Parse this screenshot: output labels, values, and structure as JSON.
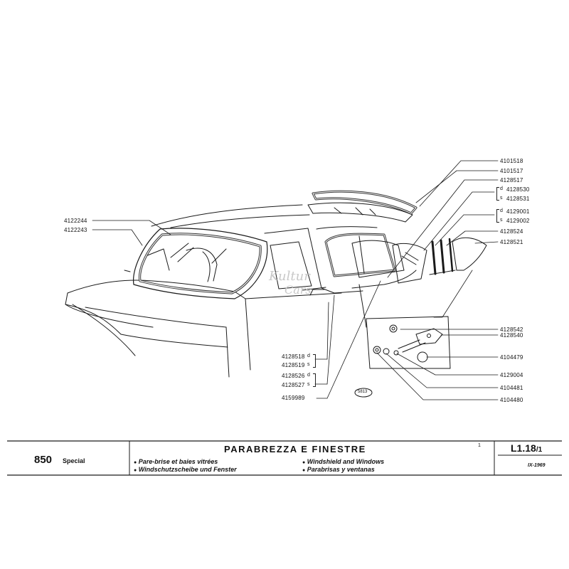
{
  "parts": {
    "p4101518": "4101518",
    "p4101517": "4101517",
    "p4128517": "4128517",
    "p4128530": "4128530",
    "p4128531": "4128531",
    "p4129001": "4129001",
    "p4129002": "4129002",
    "p4128524": "4128524",
    "p4128521": "4128521",
    "p4122244": "4122244",
    "p4122243": "4122243",
    "p4128542": "4128542",
    "p4128540": "4128540",
    "p4104479": "4104479",
    "p4129004": "4129004",
    "p4104481": "4104481",
    "p4104480": "4104480",
    "p4128518": "4128518",
    "p4128519": "4128519",
    "p4128526": "4128526",
    "p4128527": "4128527",
    "p4159989": "4159989"
  },
  "sides": {
    "d": "d",
    "s": "s"
  },
  "drawing_number": "5813",
  "watermark": {
    "line1": "Kultur",
    "line2": "Cars"
  },
  "title_block": {
    "model": "850",
    "model_sub": "Special",
    "title": "PARABREZZA E FINESTRE",
    "fr": "Pare-brise et baies vitrées",
    "de": "Windschutzscheibe und Fenster",
    "en": "Windshield and Windows",
    "es": "Parabrisas y ventanas",
    "sheet_no": "1",
    "code": "L1.18",
    "code_suffix": "/1",
    "date": "IX-1969",
    "bullet": "●"
  }
}
